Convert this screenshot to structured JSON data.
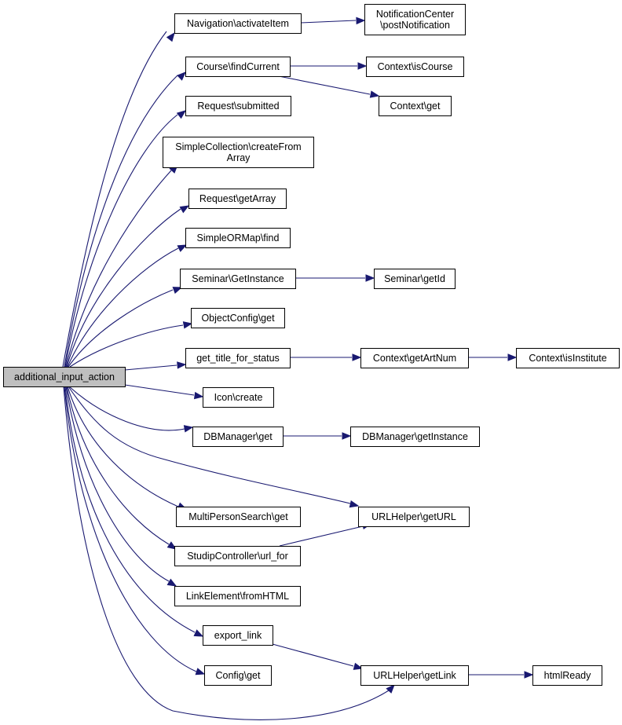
{
  "colors": {
    "edge": "#191970",
    "root_fill": "#bfbfbf",
    "node_fill": "#ffffff",
    "border": "#000000"
  },
  "nodes": {
    "root": [
      "additional_input_action"
    ],
    "nav_activate": [
      "Navigation\\activateItem"
    ],
    "notif_post": [
      "NotificationCenter",
      "\\postNotification"
    ],
    "course_find": [
      "Course\\findCurrent"
    ],
    "ctx_iscourse": [
      "Context\\isCourse"
    ],
    "ctx_get": [
      "Context\\get"
    ],
    "req_submitted": [
      "Request\\submitted"
    ],
    "simplecoll": [
      "SimpleCollection\\createFrom",
      "Array"
    ],
    "req_getarray": [
      "Request\\getArray"
    ],
    "simpleorm_find": [
      "SimpleORMap\\find"
    ],
    "sem_getinst": [
      "Seminar\\GetInstance"
    ],
    "sem_getid": [
      "Seminar\\getId"
    ],
    "objcfg_get": [
      "ObjectConfig\\get"
    ],
    "title_status": [
      "get_title_for_status"
    ],
    "ctx_artnum": [
      "Context\\getArtNum"
    ],
    "ctx_isinst": [
      "Context\\isInstitute"
    ],
    "icon_create": [
      "Icon\\create"
    ],
    "dbm_get": [
      "DBManager\\get"
    ],
    "dbm_getinst": [
      "DBManager\\getInstance"
    ],
    "mps_get": [
      "MultiPersonSearch\\get"
    ],
    "urlh_geturl": [
      "URLHelper\\getURL"
    ],
    "studip_urlfor": [
      "StudipController\\url_for"
    ],
    "link_fromhtml": [
      "LinkElement\\fromHTML"
    ],
    "export_link": [
      "export_link"
    ],
    "config_get": [
      "Config\\get"
    ],
    "urlh_getlink": [
      "URLHelper\\getLink"
    ],
    "htmlready": [
      "htmlReady"
    ]
  }
}
